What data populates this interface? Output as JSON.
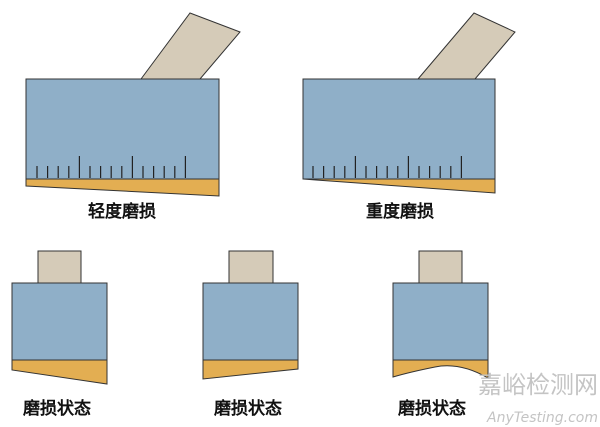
{
  "colors": {
    "body": "#8fafc8",
    "shank": "#d5cbb8",
    "wear": "#e3ae52",
    "outline": "#333333"
  },
  "panels": {
    "light_wear": {
      "label": "轻度磨损"
    },
    "heavy_wear": {
      "label": "重度磨损"
    }
  },
  "states": [
    {
      "label": "磨损状态"
    },
    {
      "label": "磨损状态"
    },
    {
      "label": "磨损状态"
    }
  ],
  "watermark": {
    "cn": "嘉峪检测网",
    "en": "AnyTesting.com"
  }
}
